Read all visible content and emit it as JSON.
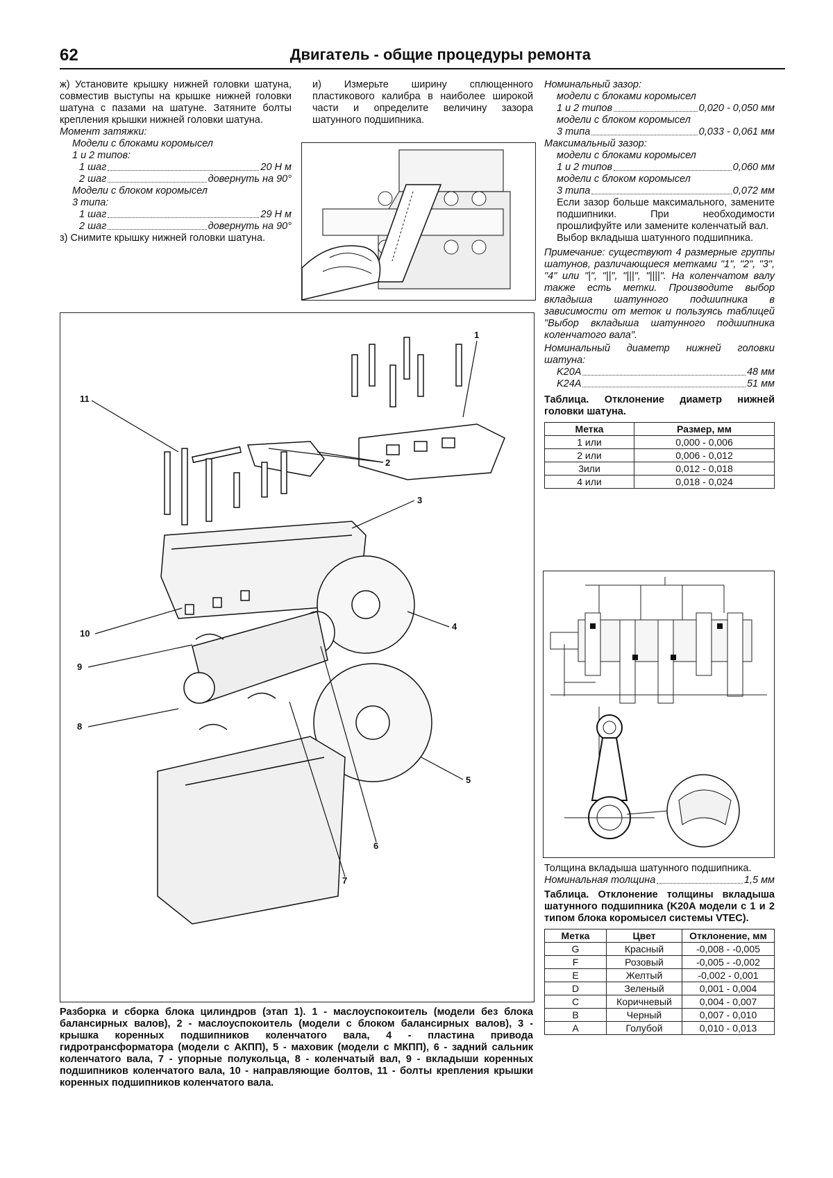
{
  "header": {
    "page_number": "62",
    "title": "Двигатель - общие процедуры ремонта"
  },
  "col1": {
    "para_zh": "ж) Установите крышку нижней головки шатуна, совместив выступы на крышке нижней головки шатуна с пазами на шатуне. Затяните болты крепления крышки нижней головки шатуна.",
    "torque_title": "Момент затяжки:",
    "torque_models1": "Модели с блоками коромысел",
    "torque_types12": "1 и 2 типов:",
    "t1_step1": "1 шаг",
    "t1_step1_val": "20 Н м",
    "t1_step2": "2 шаг",
    "t1_step2_val": "довернуть на 90°",
    "torque_models2": "Модели с блоком коромысел",
    "torque_type3": "3 типа:",
    "t2_step1": "1 шаг",
    "t2_step1_val": "29 Н м",
    "t2_step2": "2 шаг",
    "t2_step2_val": "довернуть на 90°",
    "para_z": "з) Снимите крышку нижней головки шатуна."
  },
  "col2": {
    "para_i": "и) Измерьте ширину сплющенного пластикового калибра в наиболее широкой части и определите величину зазора шатунного подшипника."
  },
  "col3": {
    "nom_gap": "Номинальный зазор:",
    "nom_models1": "модели с блоками коромысел",
    "nom_types12": "1 и 2 типов",
    "nom_types12_val": "0,020 - 0,050 мм",
    "nom_models2": "модели с блоком коромысел",
    "nom_type3": "3 типа",
    "nom_type3_val": "0,033 - 0,061 мм",
    "max_gap": "Максимальный зазор:",
    "max_models1": "модели с блоками коромысел",
    "max_types12": "1 и 2 типов",
    "max_types12_val": "0,060 мм",
    "max_models2": "модели с блоком коромысел",
    "max_type3": "3 типа",
    "max_type3_val": "0,072 мм",
    "replace_text": "Если зазор больше максимального, замените подшипники. При необходимости прошлифуйте или замените коленчатый вал.",
    "choice_text": "Выбор вкладыша шатунного подшипника.",
    "note_text": "Примечание: существуют 4 размерные группы шатунов, различающиеся метками \"1\", \"2\", \"3\", \"4\" или \"|\", \"||\", \"|||\", \"||||\". На коленчатом валу также есть метки. Производите выбор вкладыша шатунного подшипника в зависимости от меток и пользуясь таблицей \"Выбор вкладыша шатунного подшипника коленчатого вала\".",
    "diam_title": "Номинальный диаметр нижней головки шатуна:",
    "k20": "K20A",
    "k20_val": "48 мм",
    "k24": "K24A",
    "k24_val": "51 мм",
    "table1_title": "Таблица. Отклонение диаметр нижней головки шатуна.",
    "table1_headers": [
      "Метка",
      "Размер, мм"
    ],
    "table1_rows": [
      [
        "1 или",
        "0,000 - 0,006"
      ],
      [
        "2 или",
        "0,006 - 0,012"
      ],
      [
        "3или",
        "0,012 - 0,018"
      ],
      [
        "4 или",
        "0,018 - 0,024"
      ]
    ],
    "thickness_text": "Толщина вкладыша шатунного подшипника.",
    "nom_thickness": "Номинальная толщина",
    "nom_thickness_val": "1,5 мм",
    "table2_title": "Таблица. Отклонение толщины вкладыша шатунного подшипника (K20A модели с 1 и 2 типом блока коромысел системы VTEC).",
    "table2_headers": [
      "Метка",
      "Цвет",
      "Отклонение, мм"
    ],
    "table2_rows": [
      [
        "G",
        "Красный",
        "-0,008 - -0,005"
      ],
      [
        "F",
        "Розовый",
        "-0,005 - -0,002"
      ],
      [
        "E",
        "Желтый",
        "-0,002 - 0,001"
      ],
      [
        "D",
        "Зеленый",
        "0,001 - 0,004"
      ],
      [
        "C",
        "Коричневый",
        "0,004 - 0,007"
      ],
      [
        "B",
        "Черный",
        "0,007 - 0,010"
      ],
      [
        "A",
        "Голубой",
        "0,010 - 0,013"
      ]
    ]
  },
  "figure": {
    "callouts": [
      "1",
      "2",
      "3",
      "4",
      "5",
      "6",
      "7",
      "8",
      "9",
      "10",
      "11"
    ],
    "caption": "Разборка и сборка блока цилиндров (этап 1). 1 - маслоуспокоитель (модели без блока балансирных валов), 2 - маслоуспокоитель (модели с блоком балансирных валов), 3 - крышка коренных подшипников коленчатого вала, 4 - пластина привода гидротрансформатора (модели с АКПП), 5 - маховик (модели с МКПП), 6 - задний сальник коленчатого вала, 7 - упорные полукольца, 8 - коленчатый вал, 9 - вкладыши коренных подшипников коленчатого вала, 10 - направляющие болтов, 11 - болты крепления крышки коренных подшипников коленчатого вала."
  }
}
